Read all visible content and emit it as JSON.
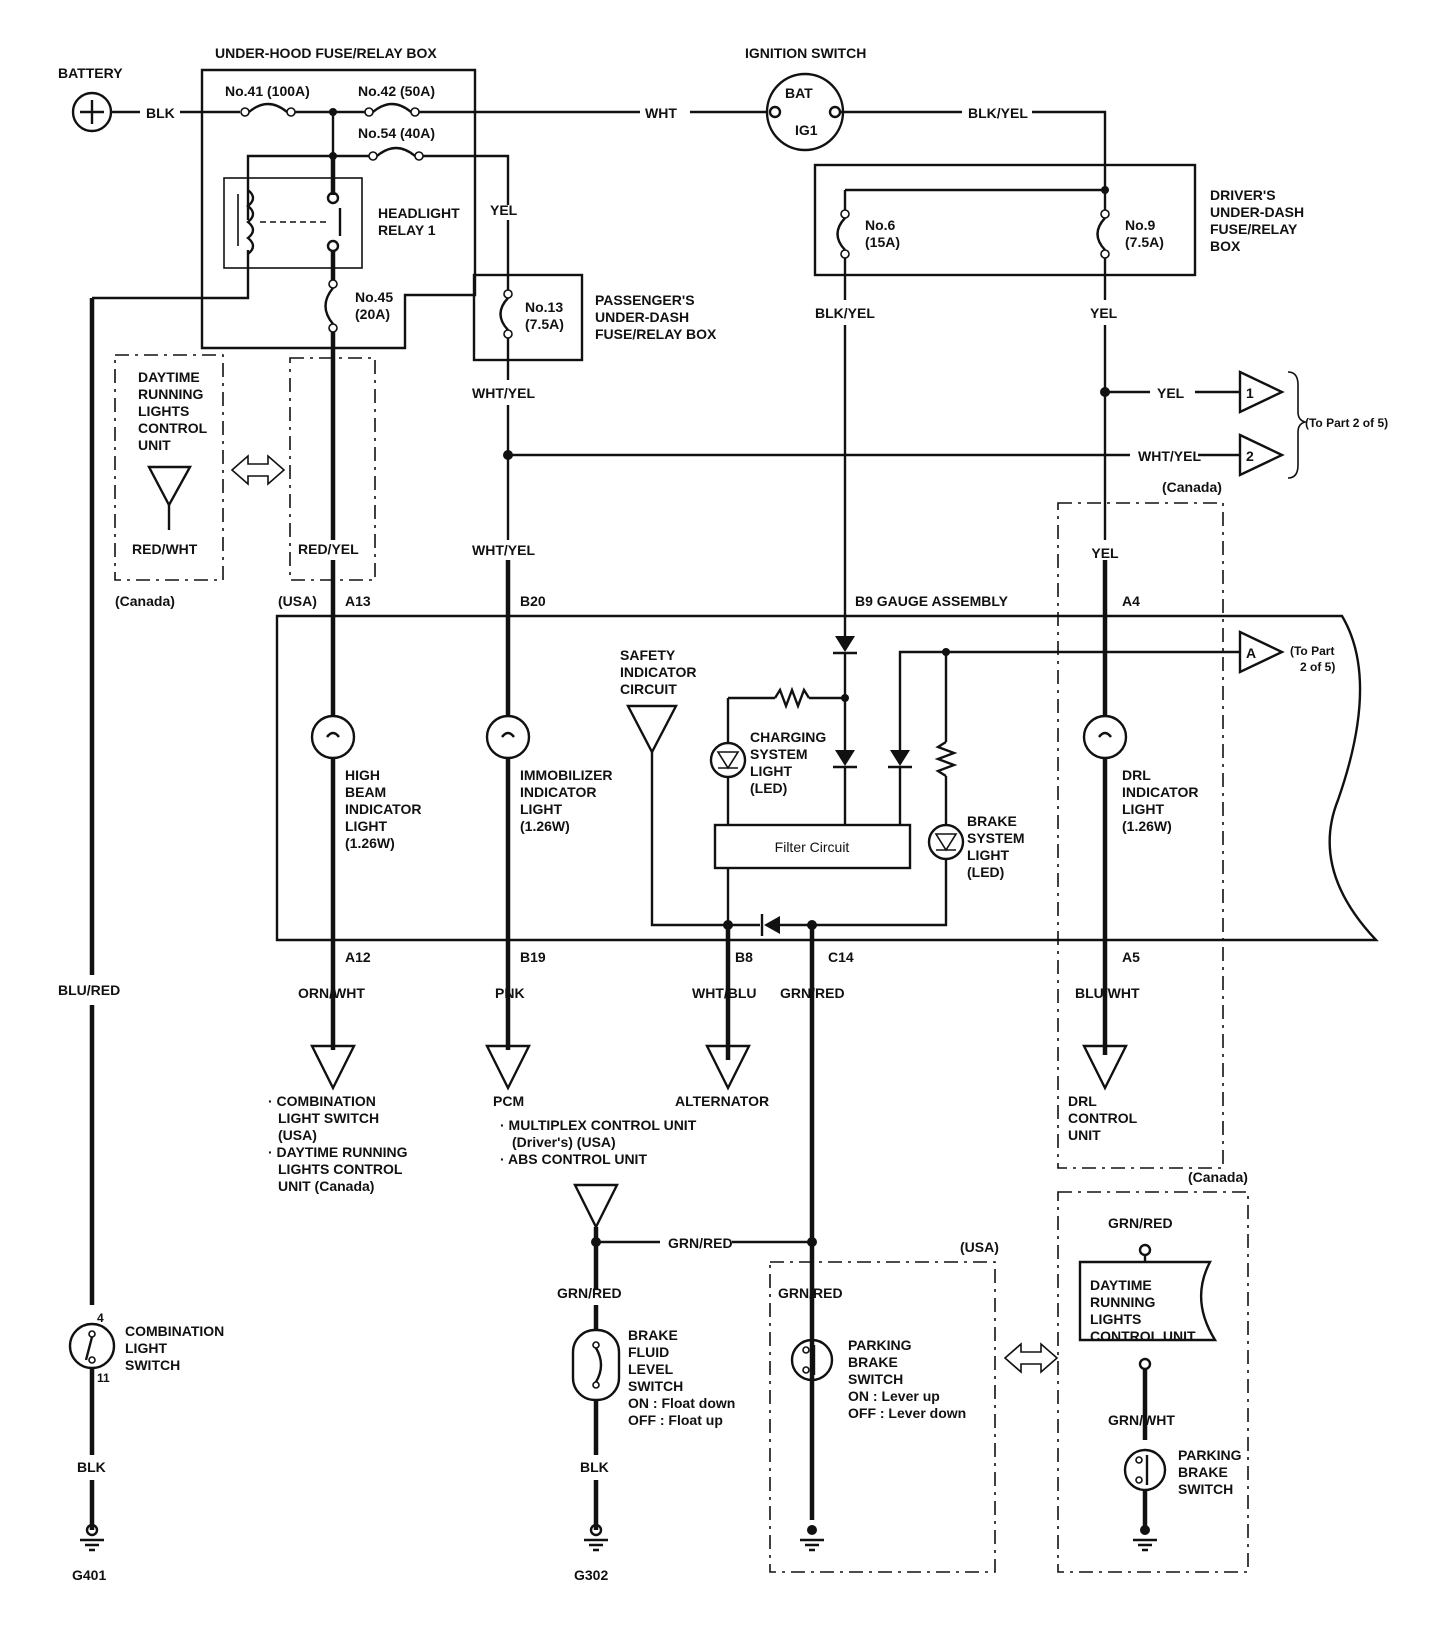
{
  "labels": {
    "battery": "BATTERY",
    "under_hood_box": "UNDER-HOOD FUSE/RELAY BOX",
    "ignition_switch": "IGNITION SWITCH",
    "bat": "BAT",
    "ig1": "IG1",
    "fuse41": "No.41 (100A)",
    "fuse42": "No.42 (50A)",
    "fuse54": "No.54 (40A)",
    "headlight_relay": [
      "HEADLIGHT",
      "RELAY 1"
    ],
    "fuse45": [
      "No.45",
      "(20A)"
    ],
    "fuse13": [
      "No.13",
      "(7.5A)"
    ],
    "passenger_box": [
      "PASSENGER'S",
      "UNDER-DASH",
      "FUSE/RELAY BOX"
    ],
    "fuse6": [
      "No.6",
      "(15A)"
    ],
    "fuse9": [
      "No.9",
      "(7.5A)"
    ],
    "driver_box": [
      "DRIVER'S",
      "UNDER-DASH",
      "FUSE/RELAY",
      "BOX"
    ],
    "drl_unit_top": [
      "DAYTIME",
      "RUNNING",
      "LIGHTS",
      "CONTROL",
      "UNIT"
    ],
    "to_part2": "(To Part 2 of 5)",
    "to_part2_a": [
      "(To Part",
      "2 of 5)"
    ],
    "canada": "(Canada)",
    "usa": "(USA)",
    "gauge_assembly": "B9  GAUGE ASSEMBLY",
    "safety_circuit": [
      "SAFETY",
      "INDICATOR",
      "CIRCUIT"
    ],
    "charging_light": [
      "CHARGING",
      "SYSTEM",
      "LIGHT",
      "(LED)"
    ],
    "filter_circuit": "Filter Circuit",
    "brake_system_light": [
      "BRAKE",
      "SYSTEM",
      "LIGHT",
      "(LED)"
    ],
    "high_beam": [
      "HIGH",
      "BEAM",
      "INDICATOR",
      "LIGHT",
      "(1.26W)"
    ],
    "immobilizer": [
      "IMMOBILIZER",
      "INDICATOR",
      "LIGHT",
      "(1.26W)"
    ],
    "drl_indicator": [
      "DRL",
      "INDICATOR",
      "LIGHT",
      "(1.26W)"
    ],
    "combination_list": [
      "· COMBINATION",
      "LIGHT SWITCH",
      "(USA)",
      "· DAYTIME RUNNING",
      "LIGHTS CONTROL",
      "UNIT (Canada)"
    ],
    "pcm": "PCM",
    "pcm_list": [
      "· MULTIPLEX CONTROL UNIT",
      "(Driver's) (USA)",
      "· ABS CONTROL UNIT"
    ],
    "alternator": "ALTERNATOR",
    "drl_control": [
      "DRL",
      "CONTROL",
      "UNIT"
    ],
    "combination_switch": [
      "COMBINATION",
      "LIGHT",
      "SWITCH"
    ],
    "brake_fluid": [
      "BRAKE",
      "FLUID",
      "LEVEL",
      "SWITCH"
    ],
    "brake_fluid_states": [
      "ON  : Float down",
      "OFF : Float up"
    ],
    "parking_brake": [
      "PARKING",
      "BRAKE",
      "SWITCH"
    ],
    "parking_states": [
      "ON  : Lever up",
      "OFF : Lever down"
    ],
    "drl_unit_bottom": [
      "DAYTIME",
      "RUNNING",
      "LIGHTS",
      "CONTROL UNIT"
    ],
    "parking_brake2": [
      "PARKING",
      "BRAKE",
      "SWITCH"
    ],
    "g401": "G401",
    "g302": "G302",
    "pin4": "4",
    "pin11": "11",
    "conn1": "1",
    "conn2": "2",
    "conn_a": "A"
  },
  "wires": {
    "blk": "BLK",
    "wht": "WHT",
    "blk_yel": "BLK/YEL",
    "yel": "YEL",
    "wht_yel": "WHT/YEL",
    "red_wht": "RED/WHT",
    "red_yel": "RED/YEL",
    "blu_red": "BLU/RED",
    "orn_wht": "ORN/WHT",
    "pnk": "PNK",
    "wht_blu": "WHT/BLU",
    "grn_red": "GRN/RED",
    "blu_wht": "BLU/WHT",
    "grn_wht": "GRN/WHT"
  },
  "pins": {
    "a13": "A13",
    "b20": "B20",
    "a4": "A4",
    "a12": "A12",
    "b19": "B19",
    "b8": "B8",
    "c14": "C14",
    "a5": "A5"
  }
}
